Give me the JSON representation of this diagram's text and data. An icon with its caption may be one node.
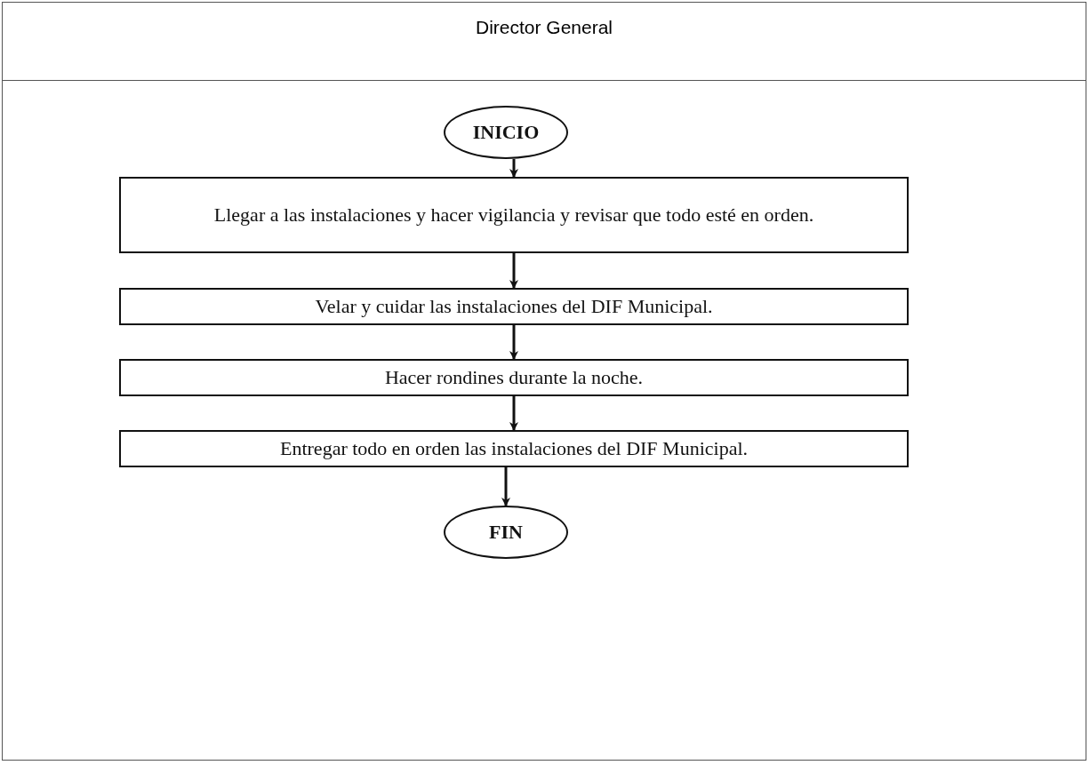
{
  "diagram": {
    "nodes": [
      {
        "text": [
          "Director General"
        ]
      },
      {
        "text": [
          "INICIO"
        ],
        "in": 0
      },
      {
        "text": [
          "Llegar a las instalaciones y hacer vigilancia y revisar que todo esté en orden."
        ],
        "in": 0
      },
      {
        "text": [
          "Velar y cuidar las instalaciones del DIF Municipal."
        ],
        "in": 0
      },
      {
        "text": [
          "Hacer rondines durante la noche."
        ],
        "in": 0
      },
      {
        "text": [
          "Entregar todo en orden las instalaciones del DIF Municipal."
        ],
        "in": 0
      },
      {
        "text": [
          "FIN"
        ],
        "in": 0
      }
    ],
    "edges": [
      {
        "from": 1,
        "to": 2,
        "arrow": "to"
      },
      {
        "from": 2,
        "to": 3,
        "arrow": "to"
      },
      {
        "from": 3,
        "to": 4,
        "arrow": "to"
      },
      {
        "from": 4,
        "to": 5,
        "arrow": "to"
      },
      {
        "from": 5,
        "to": 6,
        "arrow": "to"
      }
    ]
  }
}
